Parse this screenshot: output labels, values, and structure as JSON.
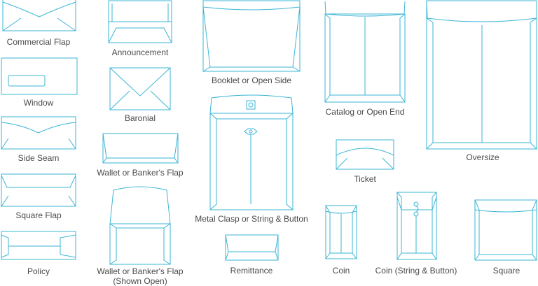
{
  "colors": {
    "stroke": "#3bb5d6",
    "label": "#4a4a4a",
    "background": "#ffffff"
  },
  "envelopes": {
    "commercial_flap": "Commercial Flap",
    "announcement": "Announcement",
    "booklet": "Booklet or Open Side",
    "catalog": "Catalog or Open End",
    "oversize": "Oversize",
    "window": "Window",
    "baronial": "Baronial",
    "metal_clasp": "Metal Clasp or String & Button",
    "side_seam": "Side Seam",
    "wallet_flap": "Wallet or Banker's Flap",
    "ticket": "Ticket",
    "square_flap": "Square Flap",
    "policy": "Policy",
    "wallet_open_line1": "Wallet or Banker's Flap",
    "wallet_open_line2": "(Shown Open)",
    "remittance": "Remittance",
    "coin": "Coin",
    "coin_string": "Coin (String & Button)",
    "square": "Square"
  }
}
